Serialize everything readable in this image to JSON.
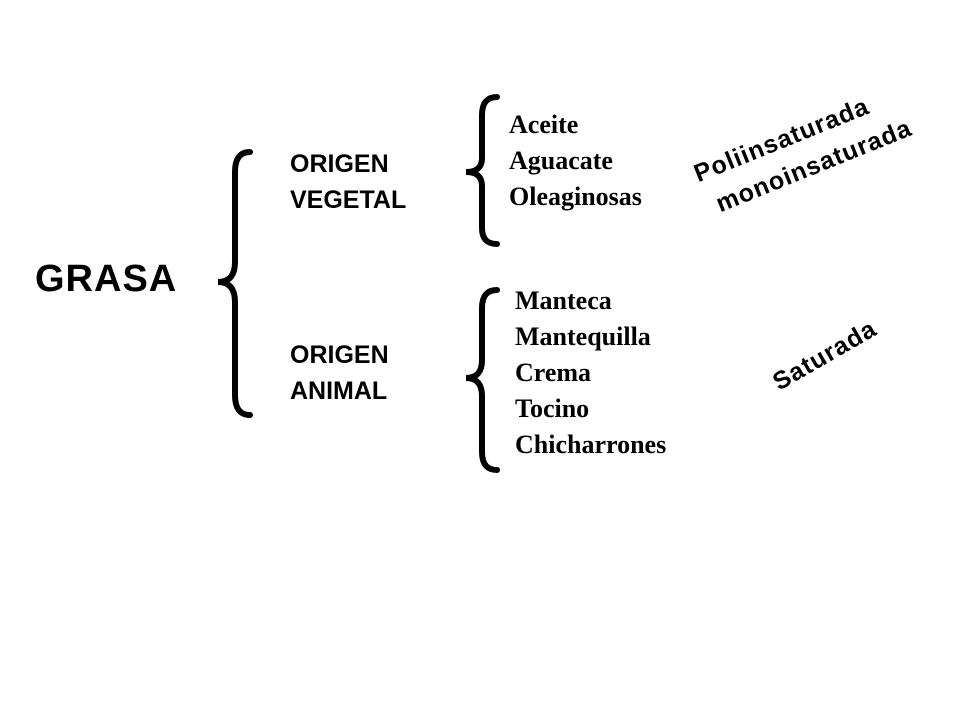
{
  "root": {
    "label": "GRASA"
  },
  "groups": [
    {
      "origin_line1": "ORIGEN",
      "origin_line2": "VEGETAL",
      "items": [
        "Aceite",
        "Aguacate",
        "Oleaginosas"
      ],
      "type_lines": [
        "Poliinsaturada",
        "monoinsaturada"
      ]
    },
    {
      "origin_line1": "ORIGEN",
      "origin_line2": "ANIMAL",
      "items": [
        "Manteca",
        "Mantequilla",
        "Crema",
        "Tocino",
        "Chicharrones"
      ],
      "type_lines": [
        "Saturada"
      ]
    }
  ]
}
